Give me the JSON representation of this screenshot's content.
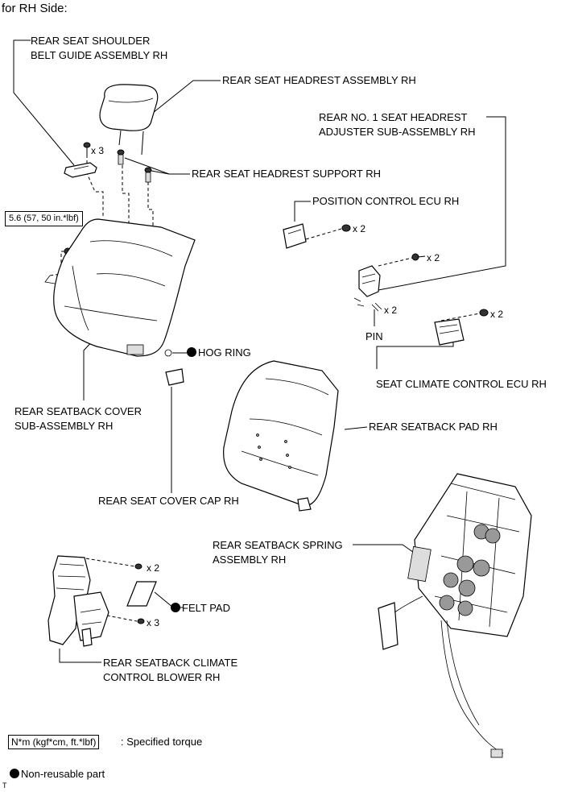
{
  "header": {
    "title": "for RH Side:"
  },
  "labels": {
    "shoulder_belt_guide_1": "REAR SEAT SHOULDER",
    "shoulder_belt_guide_2": "BELT GUIDE ASSEMBLY RH",
    "headrest_assembly": "REAR SEAT HEADREST ASSEMBLY RH",
    "headrest_adjuster_1": "REAR NO. 1 SEAT HEADREST",
    "headrest_adjuster_2": "ADJUSTER SUB-ASSEMBLY RH",
    "headrest_support": "REAR SEAT HEADREST SUPPORT RH",
    "position_control_ecu": "POSITION CONTROL ECU RH",
    "pin": "PIN",
    "seat_climate_ecu": "SEAT CLIMATE CONTROL ECU RH",
    "hog_ring": "HOG RING",
    "seatback_cover_1": "REAR SEATBACK COVER",
    "seatback_cover_2": "SUB-ASSEMBLY RH",
    "seatback_pad": "REAR SEATBACK PAD RH",
    "seat_cover_cap": "REAR SEAT COVER CAP RH",
    "spring_assembly_1": "REAR SEATBACK SPRING",
    "spring_assembly_2": "ASSEMBLY RH",
    "felt_pad": "FELT PAD",
    "blower_1": "REAR SEATBACK CLIMATE",
    "blower_2": "CONTROL BLOWER RH"
  },
  "quantities": {
    "belt_guide_screws": "x 3",
    "ecu_nuts": "x 2",
    "adjuster_screws": "x 2",
    "pins": "x 2",
    "climate_ecu_nuts": "x 2",
    "blower_screws": "x 2",
    "blower_nuts": "x 3"
  },
  "torque": {
    "value": "5.6 (57, 50 in.*lbf)"
  },
  "legend": {
    "torque_unit": "N*m (kgf*cm, ft.*lbf)",
    "torque_desc": ": Specified torque",
    "non_reusable": "Non-reusable part"
  },
  "footer": {
    "mark": "T"
  }
}
